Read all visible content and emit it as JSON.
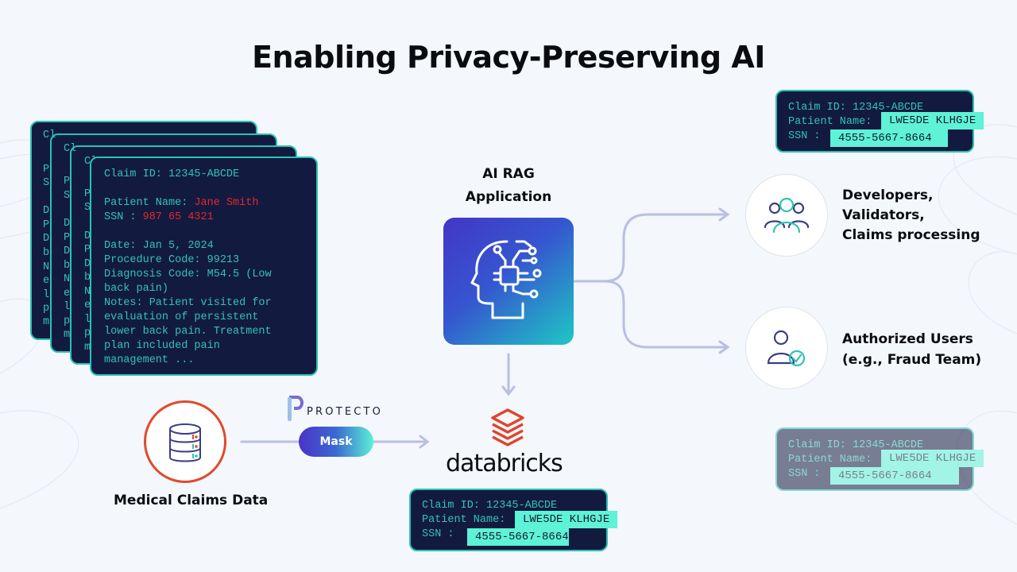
{
  "title": "Enabling Privacy-Preserving AI",
  "source_record": {
    "claim_id": "Claim ID: 12345-ABCDE",
    "patient_label": "Patient Name: ",
    "patient_value": "Jane Smith",
    "ssn_label": "SSN : ",
    "ssn_value": "987 65 4321",
    "date": "Date: Jan 5, 2024",
    "procedure": "Procedure Code: 99213",
    "diagnosis_1": "Diagnosis Code: M54.5 (Low",
    "diagnosis_2": "back pain)",
    "notes_1": "Notes: Patient visited for",
    "notes_2": "evaluation of persistent",
    "notes_3": "lower back pain. Treatment",
    "notes_4": "plan included pain",
    "notes_5": "management ..."
  },
  "stack_fragments": {
    "c1": "Cl",
    "p1": "P",
    "s1": "S",
    "d1": "D",
    "b1": "b",
    "n1": "N",
    "e1": "e",
    "l1": "l",
    "m1": "m",
    "p2": "P",
    "s2": "S",
    "d2": "D",
    "b2": "b",
    "n2": "N",
    "e2": "e",
    "l2": "l",
    "pp2": "p",
    "m2": "m"
  },
  "masked_record": {
    "claim_id": "Claim ID: 12345-ABCDE",
    "patient_label": "Patient Name:",
    "patient_value": "LWE5DE KLHGJE",
    "ssn_label": "SSN :",
    "ssn_value": "4555-5667-8664"
  },
  "medical_claims_label": "Medical Claims Data",
  "protecto_label": "PROTECTO",
  "mask_button": "Mask",
  "ai_app_line1": "AI RAG",
  "ai_app_line2": "Application",
  "databricks_label": "databricks",
  "developers": {
    "line1": "Developers,",
    "line2": "Validators,",
    "line3": "Claims processing"
  },
  "authorized": {
    "line1": "Authorized Users",
    "line2": "(e.g., Fraud Team)"
  },
  "colors": {
    "card_bg": "#131a3f",
    "card_border": "#27c3b4",
    "mono_text": "#32c3b6",
    "redacted": "#5ef2d6",
    "sensitive": "#e4262a",
    "arrow": "#b9bfe3",
    "accent": "#e04a2b"
  },
  "icons": [
    "database-icon",
    "ai-head-circuit-icon",
    "databricks-logo-icon",
    "team-users-icon",
    "verified-user-icon",
    "protecto-logo-icon"
  ]
}
